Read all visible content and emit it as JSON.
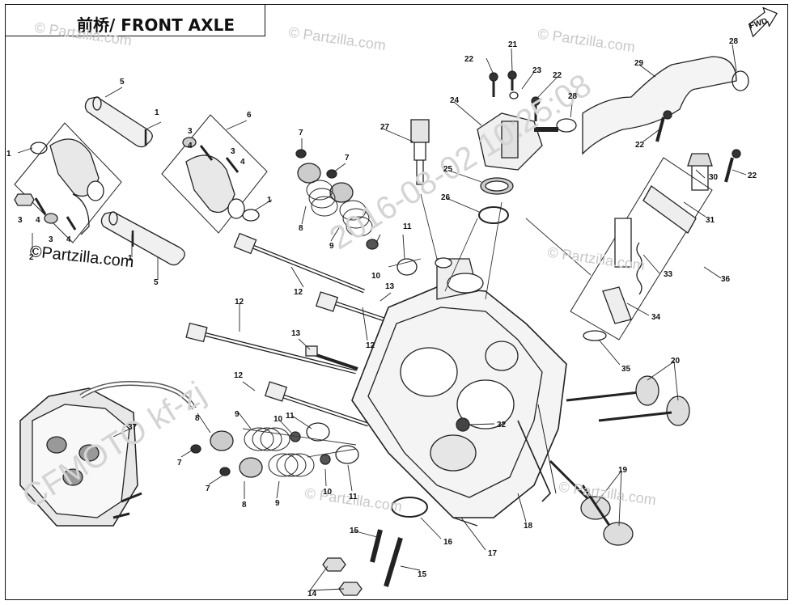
{
  "title": "前桥/ FRONT AXLE",
  "fwd_label": "FWD",
  "watermark": {
    "small": "© Partzilla.com",
    "main_copyright": "©",
    "main_text": "Partzilla.com",
    "diagonal": "2016-08-02 10:25:08",
    "diagonal2": "CFMOTO kf-zj"
  },
  "callouts": [
    "1",
    "2",
    "3",
    "4",
    "5",
    "6",
    "7",
    "8",
    "9",
    "10",
    "11",
    "12",
    "13",
    "14",
    "15",
    "16",
    "17",
    "18",
    "19",
    "20",
    "21",
    "22",
    "23",
    "24",
    "25",
    "26",
    "27",
    "28",
    "29",
    "30",
    "31",
    "32",
    "33",
    "34",
    "35",
    "36",
    "37"
  ]
}
